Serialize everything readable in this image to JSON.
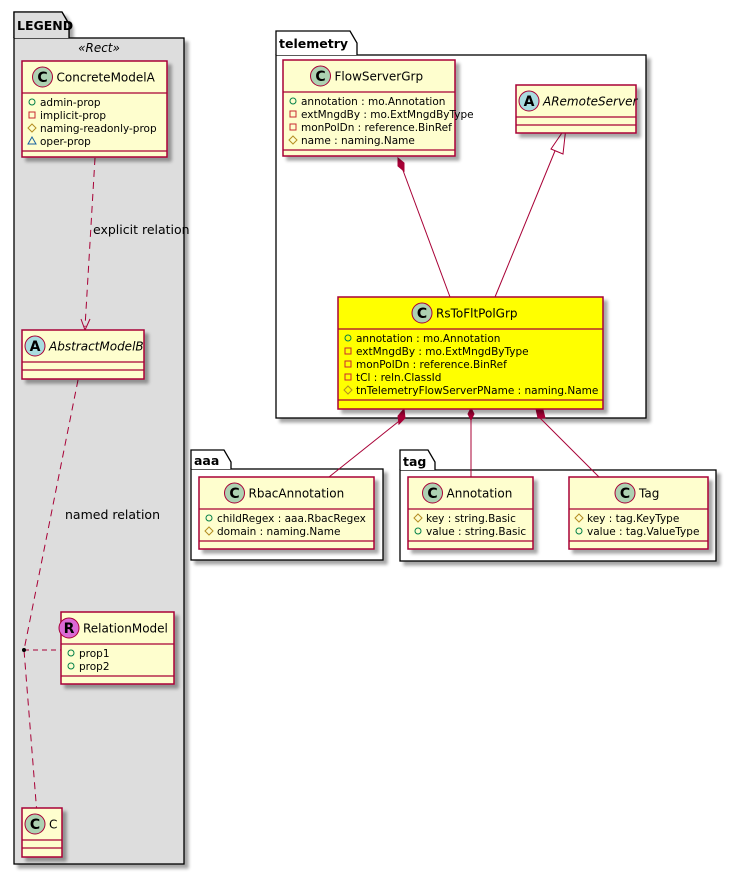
{
  "colors": {
    "class_fill": "#FEFECE",
    "class_border": "#A80036",
    "highlight_fill": "#FFFF00",
    "legend_fill": "#DDDDDD",
    "edge": "#A80036",
    "circle_c": "#ADD1B2",
    "circle_a": "#A9DCDF",
    "circle_r": "#DB69D5",
    "vis_public": "#038048",
    "vis_private": "#C82930",
    "vis_protected": "#B38D22",
    "vis_package": "#1963A0"
  },
  "packages": {
    "legend": {
      "label": "LEGEND",
      "stereotype": "«Rect»"
    },
    "telemetry": {
      "label": "telemetry"
    },
    "aaa": {
      "label": "aaa"
    },
    "tag": {
      "label": "tag"
    }
  },
  "classes": {
    "ConcreteModelA": {
      "kind": "C",
      "name": "ConcreteModelA",
      "attributes": [
        {
          "vis": "public",
          "text": "admin-prop"
        },
        {
          "vis": "private",
          "text": "implicit-prop"
        },
        {
          "vis": "protected",
          "text": "naming-readonly-prop"
        },
        {
          "vis": "package",
          "text": "oper-prop"
        }
      ]
    },
    "AbstractModelB": {
      "kind": "A",
      "name": "AbstractModelB",
      "attributes": []
    },
    "RelationModel": {
      "kind": "R",
      "name": "RelationModel",
      "attributes": [
        {
          "vis": "public",
          "text": "prop1"
        },
        {
          "vis": "public",
          "text": "prop2"
        }
      ]
    },
    "C": {
      "kind": "C",
      "name": "C",
      "attributes": []
    },
    "FlowServerGrp": {
      "kind": "C",
      "name": "FlowServerGrp",
      "attributes": [
        {
          "vis": "public",
          "text": "annotation : mo.Annotation"
        },
        {
          "vis": "private",
          "text": "extMngdBy : mo.ExtMngdByType"
        },
        {
          "vis": "private",
          "text": "monPolDn : reference.BinRef"
        },
        {
          "vis": "protected",
          "text": "name : naming.Name"
        }
      ]
    },
    "ARemoteServer": {
      "kind": "A",
      "name": "ARemoteServer",
      "attributes": []
    },
    "RsToFltPolGrp": {
      "kind": "C",
      "name": "RsToFltPolGrp",
      "attributes": [
        {
          "vis": "public",
          "text": "annotation : mo.Annotation"
        },
        {
          "vis": "private",
          "text": "extMngdBy : mo.ExtMngdByType"
        },
        {
          "vis": "private",
          "text": "monPolDn : reference.BinRef"
        },
        {
          "vis": "private",
          "text": "tCl : reln.ClassId"
        },
        {
          "vis": "protected",
          "text": "tnTelemetryFlowServerPName : naming.Name"
        }
      ]
    },
    "RbacAnnotation": {
      "kind": "C",
      "name": "RbacAnnotation",
      "attributes": [
        {
          "vis": "public",
          "text": "childRegex : aaa.RbacRegex"
        },
        {
          "vis": "protected",
          "text": "domain : naming.Name"
        }
      ]
    },
    "Annotation": {
      "kind": "C",
      "name": "Annotation",
      "attributes": [
        {
          "vis": "protected",
          "text": "key : string.Basic"
        },
        {
          "vis": "public",
          "text": "value : string.Basic"
        }
      ]
    },
    "Tag": {
      "kind": "C",
      "name": "Tag",
      "attributes": [
        {
          "vis": "protected",
          "text": "key : tag.KeyType"
        },
        {
          "vis": "public",
          "text": "value : tag.ValueType"
        }
      ]
    }
  },
  "relations": {
    "explicit_label": "explicit relation",
    "named_label": "named relation"
  }
}
